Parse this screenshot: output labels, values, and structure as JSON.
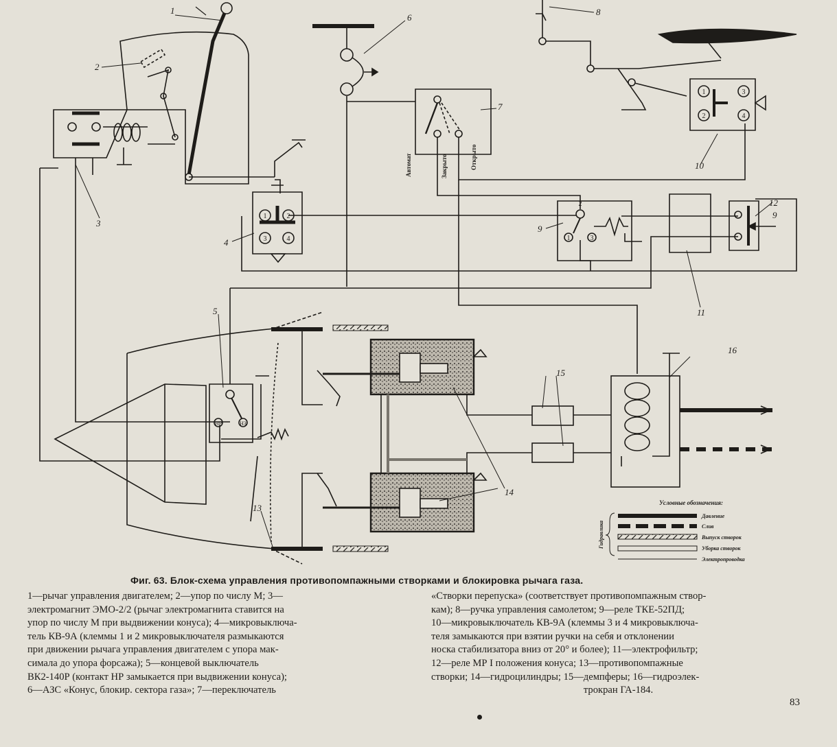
{
  "figure": {
    "caption_title": "Фиг. 63. Блок-схема управления противопомпажными створками и блокировка рычага газа.",
    "callouts": [
      "1",
      "2",
      "3",
      "4",
      "5",
      "6",
      "7",
      "8",
      "9",
      "10",
      "11",
      "12",
      "13",
      "14",
      "15",
      "16"
    ],
    "switch_labels": {
      "automat": "Автомат",
      "closed": "Закрыто",
      "open": "Открыто"
    },
    "contact_labels": {
      "one": "1",
      "two": "2",
      "three": "3",
      "four": "4",
      "np": "НР",
      "n3": "НЗ"
    },
    "input_arrow_label": "9",
    "legend": {
      "title": "Условные обозначения:",
      "group_label": "Гидравлика",
      "items": [
        "Давление",
        "Слив",
        "Выпуск створок",
        "Уборка створок",
        "Электропроводка"
      ]
    },
    "colors": {
      "ink": "#1e1c19",
      "paper": "#e4e1d8"
    }
  },
  "caption": {
    "left": [
      "1—рычаг управления двигателем; 2—упор по числу М; 3—",
      "электромагнит ЭМО-2/2 (рычаг электромагнита ставится на",
      "упор по числу М при выдвижении конуса); 4—микровыключа-",
      "тель КВ-9А (клеммы 1 и 2 микровыключателя размыкаются",
      "при движении рычага управления двигателем с упора мак-",
      "симала до упора форсажа); 5—концевой выключатель",
      "ВК2-140Р (контакт НР замыкается при выдвижении конуса);",
      "6—АЗС «Конус, блокир. сектора газа»; 7—переключатель"
    ],
    "right": [
      "«Створки перепуска» (соответствует противопомпажным створ-",
      "кам); 8—ручка управления самолетом; 9—реле ТКЕ-52ПД;",
      "10—микровыключатель КВ-9А (клеммы 3 и 4 микровыключа-",
      "теля замыкаются при взятии ручки на себя и отклонении",
      "носка стабилизатора вниз от 20° и более); 11—электрофильтр;",
      "12—реле МР I положения конуса; 13—противопомпажные",
      "створки; 14—гидроцилиндры; 15—демпферы; 16—гидроэлек-",
      "трокран ГА-184."
    ]
  },
  "page_number": "83"
}
